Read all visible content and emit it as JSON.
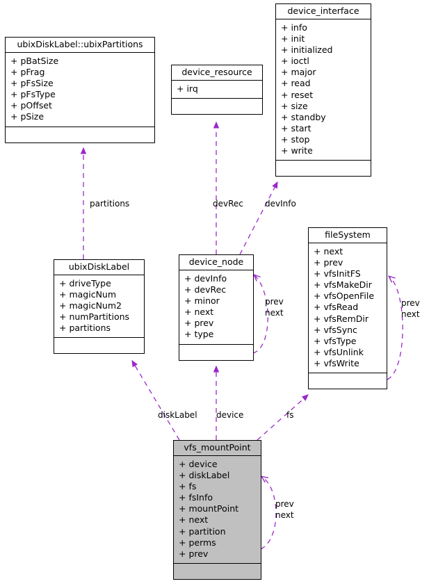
{
  "diagram": {
    "title": "vfs_mountPoint collaboration diagram",
    "type": "uml-class-collaboration",
    "background": "#ffffff",
    "edge_color": "#9a28c8",
    "highlight_fill": "#c0c0c0",
    "border_color": "#000000"
  },
  "classes": [
    {
      "id": "ubixPartitions",
      "name": "ubixDiskLabel::ubixPartitions",
      "attributes": [
        "+ pBatSize",
        "+ pFrag",
        "+ pFsSize",
        "+ pFsType",
        "+ pOffset",
        "+ pSize"
      ],
      "operations": [],
      "highlighted": false
    },
    {
      "id": "device_resource",
      "name": "device_resource",
      "attributes": [
        "+ irq"
      ],
      "operations": [],
      "highlighted": false
    },
    {
      "id": "device_interface",
      "name": "device_interface",
      "attributes": [
        "+ info",
        "+ init",
        "+ initialized",
        "+ ioctl",
        "+ major",
        "+ read",
        "+ reset",
        "+ size",
        "+ standby",
        "+ start",
        "+ stop",
        "+ write"
      ],
      "operations": [],
      "highlighted": false
    },
    {
      "id": "ubixDiskLabel",
      "name": "ubixDiskLabel",
      "attributes": [
        "+ driveType",
        "+ magicNum",
        "+ magicNum2",
        "+ numPartitions",
        "+ partitions"
      ],
      "operations": [],
      "highlighted": false
    },
    {
      "id": "device_node",
      "name": "device_node",
      "attributes": [
        "+ devInfo",
        "+ devRec",
        "+ minor",
        "+ next",
        "+ prev",
        "+ type"
      ],
      "operations": [],
      "highlighted": false
    },
    {
      "id": "fileSystem",
      "name": "fileSystem",
      "attributes": [
        "+ next",
        "+ prev",
        "+ vfsInitFS",
        "+ vfsMakeDir",
        "+ vfsOpenFile",
        "+ vfsRead",
        "+ vfsRemDir",
        "+ vfsSync",
        "+ vfsType",
        "+ vfsUnlink",
        "+ vfsWrite"
      ],
      "operations": [],
      "highlighted": false
    },
    {
      "id": "vfs_mountPoint",
      "name": "vfs_mountPoint",
      "attributes": [
        "+ device",
        "+ diskLabel",
        "+ fs",
        "+ fsInfo",
        "+ mountPoint",
        "+ next",
        "+ partition",
        "+ perms",
        "+ prev"
      ],
      "operations": [],
      "highlighted": true
    }
  ],
  "edge_labels": {
    "partitions": "partitions",
    "devRec": "devRec",
    "devInfo": "devInfo",
    "diskLabel": "diskLabel",
    "device": "device",
    "fs": "fs",
    "device_node_prev": "prev",
    "device_node_next": "next",
    "fileSystem_prev": "prev",
    "fileSystem_next": "next",
    "mountPoint_prev": "prev",
    "mountPoint_next": "next"
  }
}
